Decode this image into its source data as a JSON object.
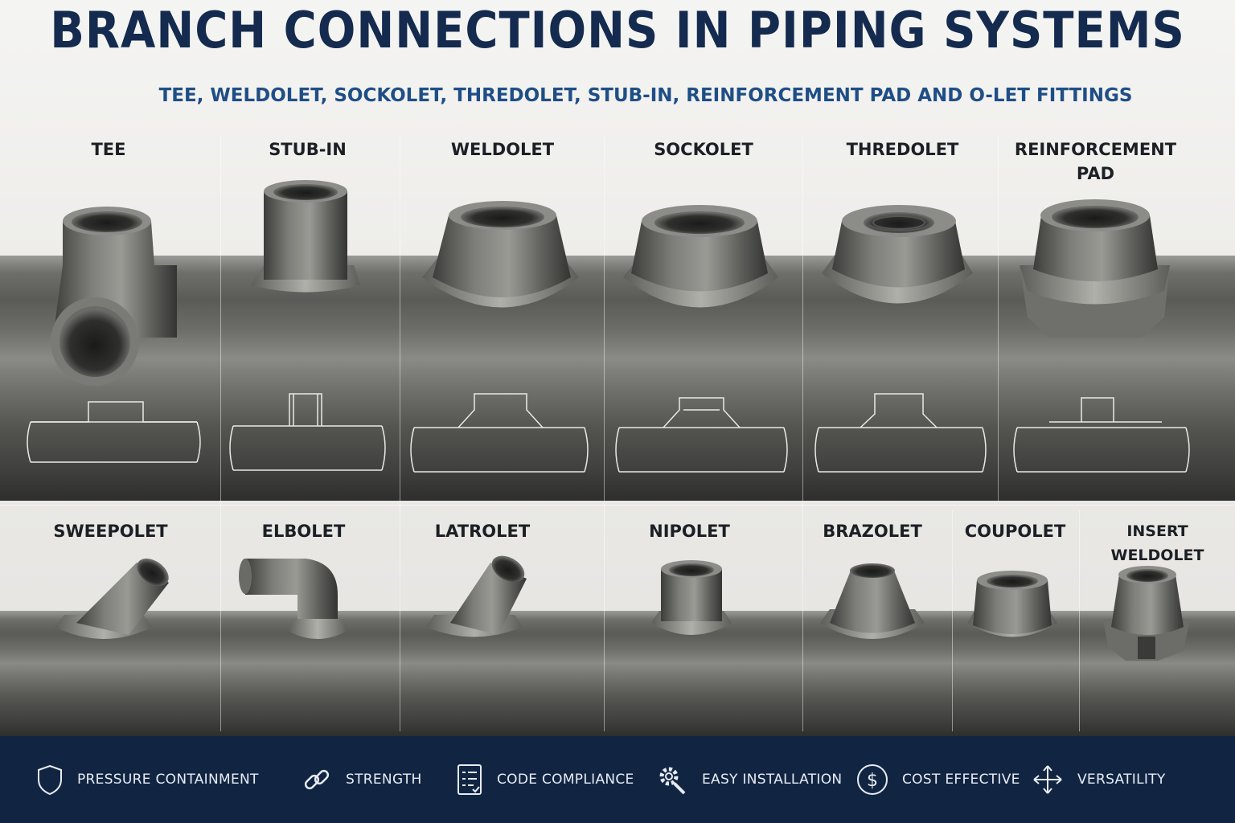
{
  "header": {
    "title": "BRANCH CONNECTIONS IN PIPING SYSTEMS",
    "subtitle": "TEE, WELDOLET, SOCKOLET, THREDOLET, STUB-IN, REINFORCEMENT PAD AND O-LET FITTINGS"
  },
  "top_row": {
    "tee": "TEE",
    "stub_in": "STUB-IN",
    "weldolet": "WELDOLET",
    "sockolet": "SOCKOLET",
    "thredolet": "THREDOLET",
    "reinforcement_pad_line1": "REINFORCEMENT",
    "reinforcement_pad_line2": "PAD"
  },
  "bottom_row": {
    "sweepolet": "SWEEPOLET",
    "elbolet": "ELBOLET",
    "latrolet": "LATROLET",
    "nipolet": "NIPOLET",
    "brazolet": "BRAZOLET",
    "coupolet": "COUPOLET",
    "insert_weldolet": "INSERT WELDOLET"
  },
  "footer": {
    "features": [
      {
        "label": "PRESSURE CONTAINMENT",
        "icon": "shield-icon"
      },
      {
        "label": "STRENGTH",
        "icon": "chain-link-icon"
      },
      {
        "label": "CODE COMPLIANCE",
        "icon": "checklist-icon"
      },
      {
        "label": "EASY INSTALLATION",
        "icon": "gear-wrench-icon"
      },
      {
        "label": "COST EFFECTIVE",
        "icon": "dollar-icon"
      },
      {
        "label": "VERSATILITY",
        "icon": "arrows-icon"
      }
    ]
  }
}
